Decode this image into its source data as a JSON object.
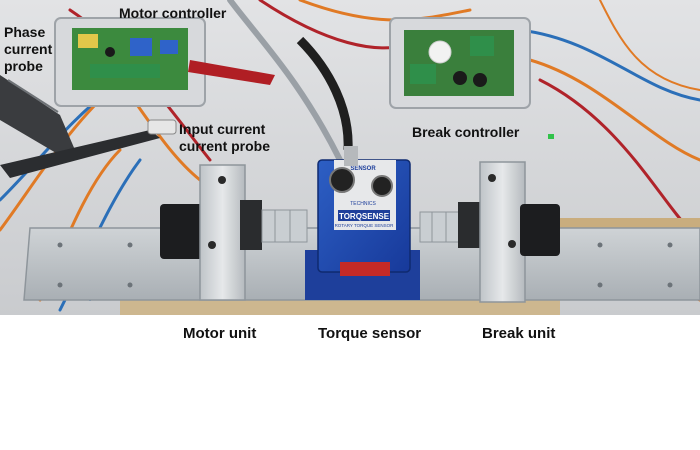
{
  "figure": {
    "labels": {
      "phase_current_probe": [
        "Phase",
        "current",
        "probe"
      ],
      "motor_controller": "Motor controller",
      "input_current_probe": [
        "Input current",
        "current probe"
      ],
      "break_controller": "Break controller",
      "motor_unit": "Motor unit",
      "torque_sensor": "Torque sensor",
      "break_unit": "Break unit"
    },
    "sensor_face_text": {
      "sensor": "SENSOR",
      "technics": "TECHNICS",
      "brand": "TORQSENSE",
      "subtitle": "ROTARY TORQUE SENSOR"
    }
  }
}
